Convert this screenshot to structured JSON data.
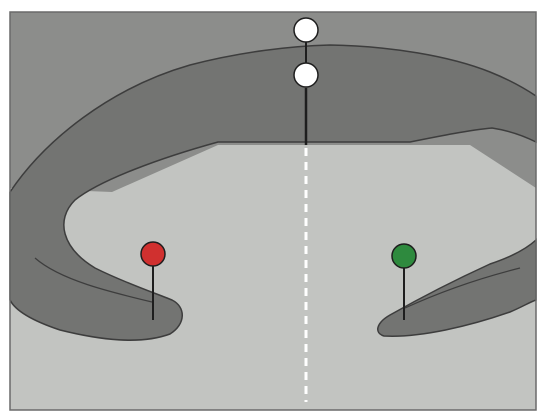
{
  "diagram": {
    "markers": [
      {
        "id": "top-outer",
        "color": "#ffffff"
      },
      {
        "id": "top-inner",
        "color": "#ffffff"
      },
      {
        "id": "left",
        "color": "#d0302f"
      },
      {
        "id": "right",
        "color": "#2e8a3e"
      }
    ],
    "colors": {
      "background": "#c2c4c1",
      "region_top": "#8c8d8b",
      "band": "#737472",
      "outline": "#3d3d3d",
      "frame": "#6a6a6a",
      "midline": "#ffffff",
      "pin_stem": "#1e1e1e"
    }
  }
}
